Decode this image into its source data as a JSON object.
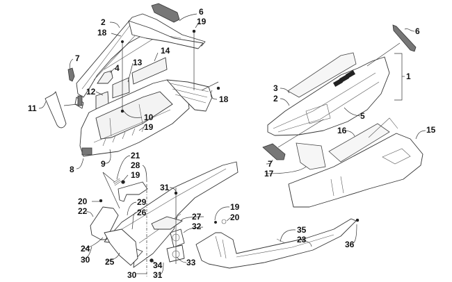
{
  "diagram": {
    "title": "Hood and Belly Pan Assembly - Exploded Parts View",
    "callouts": [
      {
        "id": "c2-top",
        "text": "2"
      },
      {
        "id": "c6-top",
        "text": "6"
      },
      {
        "id": "c18-top",
        "text": "18"
      },
      {
        "id": "c19-top",
        "text": "19"
      },
      {
        "id": "c7-left",
        "text": "7"
      },
      {
        "id": "c4",
        "text": "4"
      },
      {
        "id": "c14",
        "text": "14"
      },
      {
        "id": "c13",
        "text": "13"
      },
      {
        "id": "c12",
        "text": "12"
      },
      {
        "id": "c11",
        "text": "11"
      },
      {
        "id": "c18-right",
        "text": "18"
      },
      {
        "id": "c10",
        "text": "10"
      },
      {
        "id": "c19-mid",
        "text": "19"
      },
      {
        "id": "c8",
        "text": "8"
      },
      {
        "id": "c9",
        "text": "9"
      },
      {
        "id": "c21",
        "text": "21"
      },
      {
        "id": "c28",
        "text": "28"
      },
      {
        "id": "c19-low",
        "text": "19"
      },
      {
        "id": "c31-top",
        "text": "31"
      },
      {
        "id": "c20-left",
        "text": "20"
      },
      {
        "id": "c22",
        "text": "22"
      },
      {
        "id": "c29",
        "text": "29"
      },
      {
        "id": "c26",
        "text": "26"
      },
      {
        "id": "c27",
        "text": "27"
      },
      {
        "id": "c32",
        "text": "32"
      },
      {
        "id": "c24",
        "text": "24"
      },
      {
        "id": "c30-left",
        "text": "30"
      },
      {
        "id": "c25",
        "text": "25"
      },
      {
        "id": "c34",
        "text": "34"
      },
      {
        "id": "c33",
        "text": "33"
      },
      {
        "id": "c30-bottom",
        "text": "30"
      },
      {
        "id": "c31-bottom",
        "text": "31"
      },
      {
        "id": "c19-right",
        "text": "19"
      },
      {
        "id": "c20-right",
        "text": "20"
      },
      {
        "id": "c35",
        "text": "35"
      },
      {
        "id": "c23",
        "text": "23"
      },
      {
        "id": "c36",
        "text": "36"
      },
      {
        "id": "c6-right",
        "text": "6"
      },
      {
        "id": "c1",
        "text": "1"
      },
      {
        "id": "c3",
        "text": "3"
      },
      {
        "id": "c2-right",
        "text": "2"
      },
      {
        "id": "c5",
        "text": "5"
      },
      {
        "id": "c16",
        "text": "16"
      },
      {
        "id": "c15",
        "text": "15"
      },
      {
        "id": "c7-right",
        "text": "7"
      },
      {
        "id": "c17",
        "text": "17"
      }
    ]
  }
}
